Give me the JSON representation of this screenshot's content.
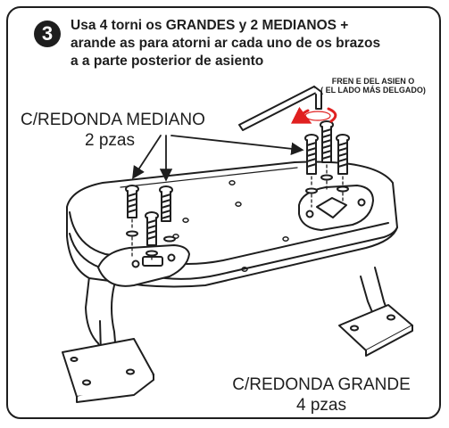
{
  "step": {
    "number": "3"
  },
  "instruction": {
    "line1": "Usa 4 torni  os GRANDES y  2 MEDIANOS +",
    "line2": "arande as para atorni  ar cada uno de  os  brazos",
    "line3": "a  a parte posterior de  asiento"
  },
  "front_label": {
    "line1": "FREN  E DEL ASIEN  O",
    "line2": "( EL LADO MÁS DELGADO)"
  },
  "callout_medium": {
    "title": "C/REDONDA MEDIANO",
    "qty": "2 pzas"
  },
  "callout_large": {
    "title": "C/REDONDA GRANDE",
    "qty": "4 pzas"
  },
  "colors": {
    "line": "#1e1e1e",
    "rotation_arrow": "#e02020",
    "background": "#ffffff"
  }
}
